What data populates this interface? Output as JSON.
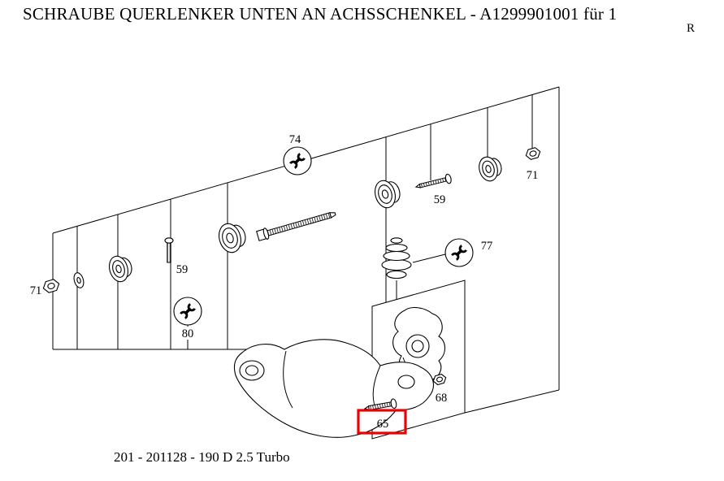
{
  "page": {
    "title": "SCHRAUBE QUERLENKER UNTEN AN ACHSSCHENKEL - A1299901001 für 1",
    "corner_mark": "R",
    "caption": "201 - 201128 - 190 D 2.5 Turbo"
  },
  "diagram": {
    "line_color": "#000000",
    "highlight_color": "#ee0000",
    "highlighted_callout": "65",
    "callouts": {
      "c74": "74",
      "c71_left": "71",
      "c59_left": "59",
      "c80": "80",
      "c59_right": "59",
      "c71_right": "71",
      "c77": "77",
      "c68": "68",
      "c65": "65"
    }
  }
}
